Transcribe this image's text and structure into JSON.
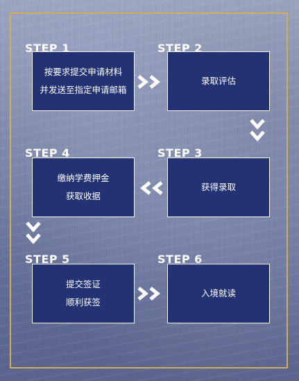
{
  "steps": [
    {
      "label": "STEP 1",
      "lines": [
        "按要求提交申请材料",
        "并发送至指定申请邮箱"
      ]
    },
    {
      "label": "STEP 2",
      "lines": [
        "录取评估"
      ]
    },
    {
      "label": "STEP 3",
      "lines": [
        "获得录取"
      ]
    },
    {
      "label": "STEP 4",
      "lines": [
        "缴纳学费押金",
        "获取收据"
      ]
    },
    {
      "label": "STEP 5",
      "lines": [
        "提交签证",
        "顺利获签"
      ]
    },
    {
      "label": "STEP 6",
      "lines": [
        "入境就读"
      ]
    }
  ],
  "colors": {
    "box": "#223272",
    "frame": "#d4ab58",
    "text": "#ffffff"
  },
  "icons": [
    "chevron-right-icon",
    "chevron-down-icon",
    "chevron-left-icon"
  ]
}
